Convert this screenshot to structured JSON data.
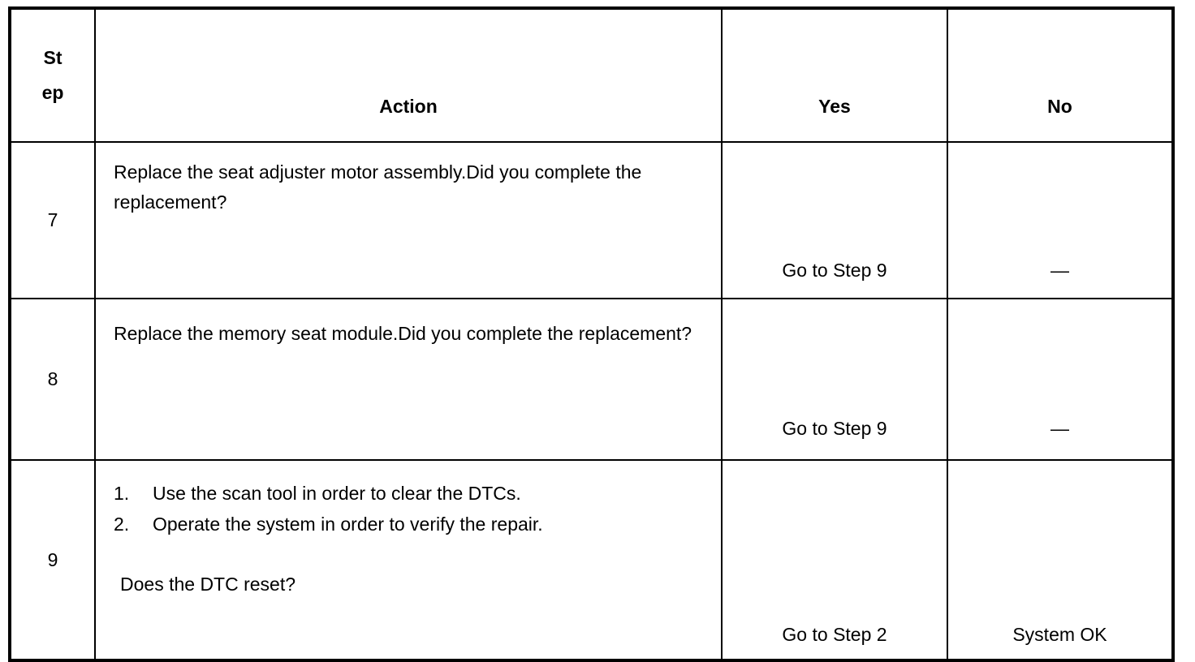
{
  "table": {
    "headers": {
      "step": "St\nep",
      "step_line1": "St",
      "step_line2": "ep",
      "action": "Action",
      "yes": "Yes",
      "no": "No"
    },
    "rows": [
      {
        "step": "7",
        "action_text": "Replace the seat adjuster motor assembly.Did you complete the replacement?",
        "yes": "Go to Step 9",
        "no": "—"
      },
      {
        "step": "8",
        "action_text": "Replace the memory seat module.Did you complete the replacement?",
        "yes": "Go to Step 9",
        "no": "—"
      },
      {
        "step": "9",
        "action_items": [
          {
            "num": "1.",
            "text": "Use the scan tool in order to clear the DTCs."
          },
          {
            "num": "2.",
            "text": "Operate the system in order to verify the repair."
          }
        ],
        "action_question": "Does the DTC reset?",
        "yes": "Go to Step 2",
        "no": "System OK"
      }
    ]
  },
  "colors": {
    "border": "#000000",
    "text": "#000000",
    "background": "#ffffff"
  }
}
